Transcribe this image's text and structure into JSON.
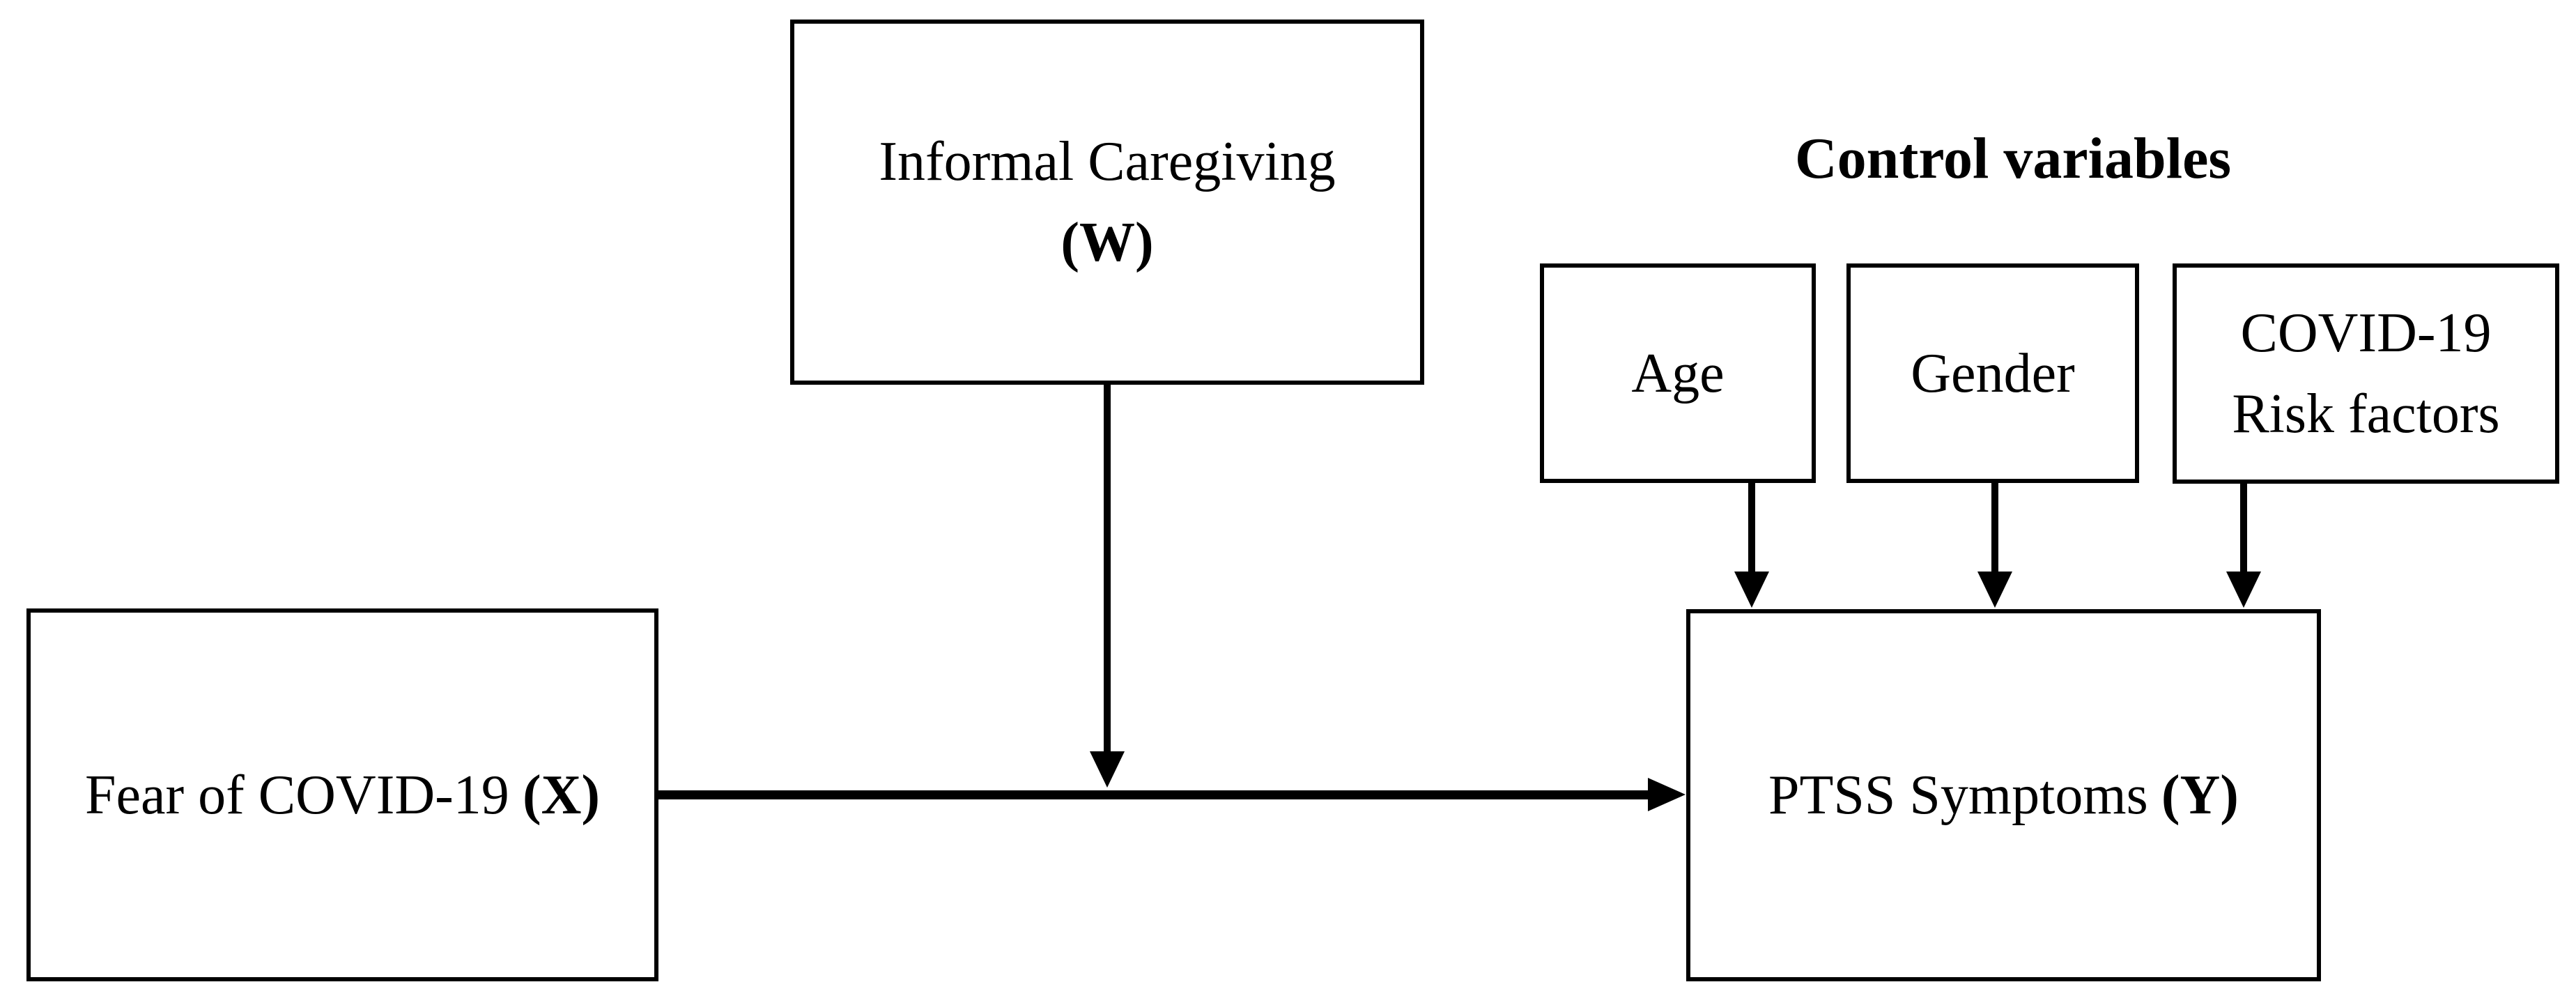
{
  "canvas": {
    "background_color": "#ffffff",
    "line_color": "#000000"
  },
  "heading": {
    "control_variables": "Control variables"
  },
  "boxes": {
    "informal": {
      "line1": "Informal Caregiving",
      "code": "(W)"
    },
    "fear": {
      "label": "Fear of COVID-19",
      "code": "(X)"
    },
    "ptss": {
      "label": "PTSS Symptoms",
      "code": "(Y)"
    },
    "age": {
      "label": "Age"
    },
    "gender": {
      "label": "Gender"
    },
    "covid": {
      "line1": "COVID-19",
      "line2": "Risk factors"
    }
  }
}
